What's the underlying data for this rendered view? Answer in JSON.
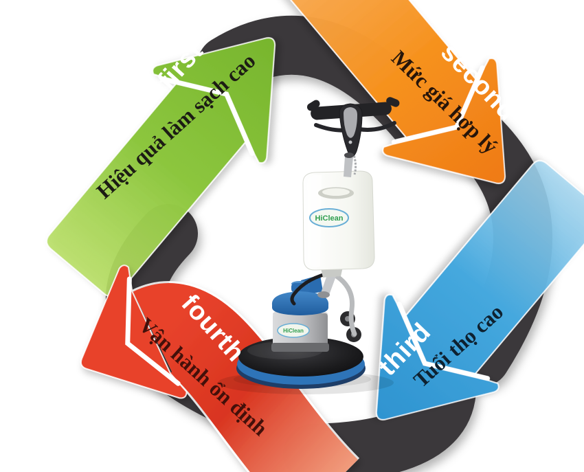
{
  "diagram": {
    "background": "#ffffff",
    "ring_color": "#3a383a",
    "gap_color": "#ffffff"
  },
  "steps": [
    {
      "id": "first",
      "label": "first",
      "text": "Hiệu quả làm sạch cao",
      "color_light": "#b9df66",
      "color_main": "#8cc63e",
      "color_deep": "#77b52d",
      "label_color": "#ffffff",
      "text_color": "#1c1c14"
    },
    {
      "id": "second",
      "label": "second",
      "text": "Mức giá hợp lý",
      "color_light": "#f9ab55",
      "color_main": "#f6921e",
      "color_deep": "#ef7a16",
      "label_color": "#ffffff",
      "text_color": "#27150a"
    },
    {
      "id": "third",
      "label": "third",
      "text": "Tuổi thọ cao",
      "color_light": "#a6d7f0",
      "color_main": "#45a8de",
      "color_deep": "#2e93d0",
      "label_color": "#ffffff",
      "text_color": "#0e2130"
    },
    {
      "id": "fourth",
      "label": "fourth",
      "text": "Vận hành ổn định",
      "color_light": "#f29877",
      "color_main": "#e8432c",
      "color_deep": "#d93520",
      "label_color": "#ffffff",
      "text_color": "#43100a"
    }
  ],
  "machine": {
    "brand": "HiClean",
    "brand_color": "#2f9e4f",
    "logo_ring_color": "#68aed6",
    "accent_blue": "#2e74b8"
  }
}
